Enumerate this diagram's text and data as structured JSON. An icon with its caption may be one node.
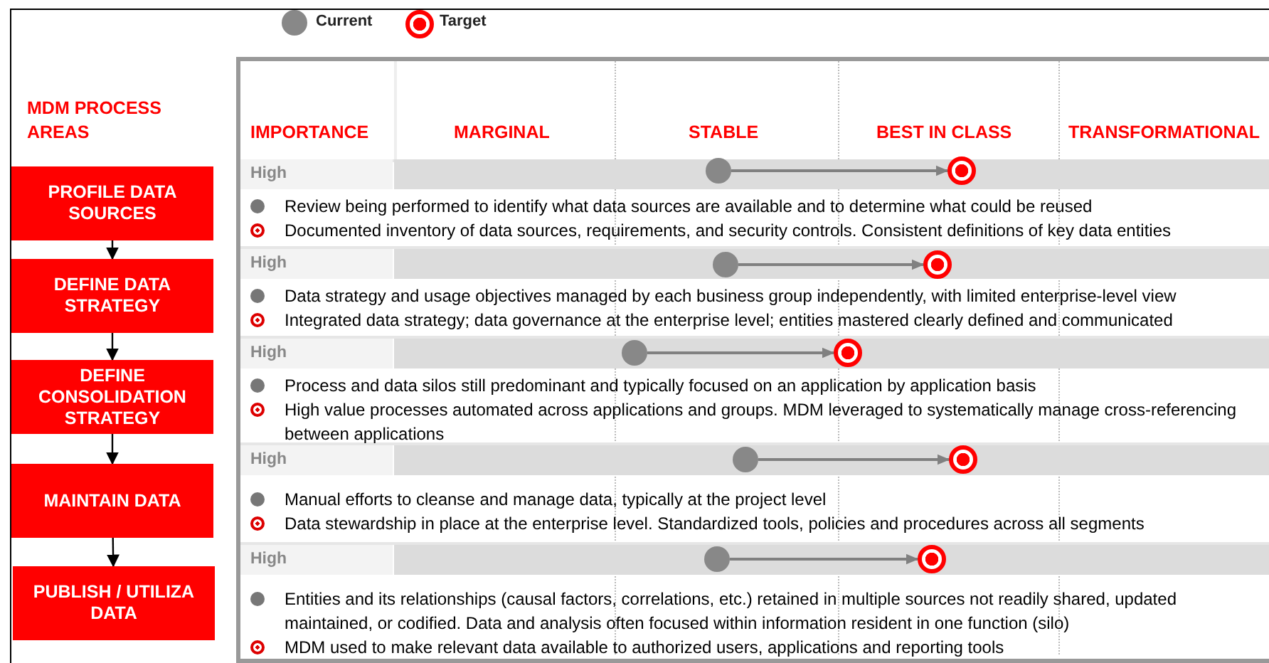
{
  "diagram": {
    "nodes": [
      {
        "text": [
          "PROFILE DATA SOURCES"
        ]
      },
      {
        "text": [
          "DEFINE DATA STRATEGY"
        ]
      },
      {
        "text": [
          "DEFINE CONSOLIDATION STRATEGY"
        ]
      },
      {
        "text": [
          "MAINTAIN DATA"
        ]
      },
      {
        "text": [
          "PUBLISH / UTILIZA DATA"
        ]
      },
      {
        "text": [],
        "shape": "circle"
      },
      {
        "text": [],
        "shape": "circle"
      },
      {
        "text": [],
        "shape": "circle"
      },
      {
        "text": [],
        "shape": "circle"
      },
      {
        "text": [],
        "shape": "circle"
      },
      {
        "text": [],
        "shape": "circle"
      },
      {
        "text": [],
        "shape": "circle"
      },
      {
        "text": [],
        "shape": "circle"
      },
      {
        "text": [],
        "shape": "circle"
      },
      {
        "text": [],
        "shape": "circle"
      }
    ],
    "edges": [
      {
        "from": 0,
        "to": 1,
        "arrow": "to",
        "color": "#000000"
      },
      {
        "from": 1,
        "to": 2,
        "arrow": "to",
        "color": "#000000"
      },
      {
        "from": 2,
        "to": 3,
        "arrow": "to",
        "color": "#000000"
      },
      {
        "from": 3,
        "to": 4,
        "arrow": "to",
        "color": "#000000"
      },
      {
        "from": 5,
        "to": 6,
        "arrow": "to"
      },
      {
        "from": 7,
        "to": 8,
        "arrow": "to"
      },
      {
        "from": 9,
        "to": 10,
        "arrow": "to"
      },
      {
        "from": 11,
        "to": 12,
        "arrow": "to"
      },
      {
        "from": 13,
        "to": 14,
        "arrow": "to"
      }
    ],
    "labels": [
      "MDM PROCESS AREAS",
      "IMPORTANCE",
      "MARGINAL",
      "STABLE",
      "BEST IN CLASS",
      "TRANSFORMATIONAL",
      "High",
      "Review being performed to identify what data sources are available and to determine what could be reused",
      "Documented inventory of data sources, requirements, and security controls. Consistent definitions of key data entities",
      "High",
      "Data strategy and usage objectives managed by each business group independently, with limited enterprise-level view",
      "Integrated data strategy; data governance at the enterprise level; entities mastered clearly defined and communicated",
      "High",
      "Process and data silos still predominant and typically focused on an application by application basis",
      "High value processes automated across applications and groups. MDM leveraged to systematically manage cross-referencing between applications",
      "High",
      "Manual efforts to cleanse and manage data, typically at the project level",
      "Data stewardship in place at the enterprise level.  Standardized tools, policies and procedures across all segments",
      "High",
      "Entities and its relationships (causal factors, correlations, etc.) retained in multiple sources not readily shared, updated maintained, or codified. Data and analysis often focused within information resident in one function (silo)",
      "MDM used to make relevant data available to authorized users, applications and reporting tools"
    ],
    "legend": [
      {
        "text": "Current"
      },
      {
        "text": "Target"
      }
    ]
  }
}
